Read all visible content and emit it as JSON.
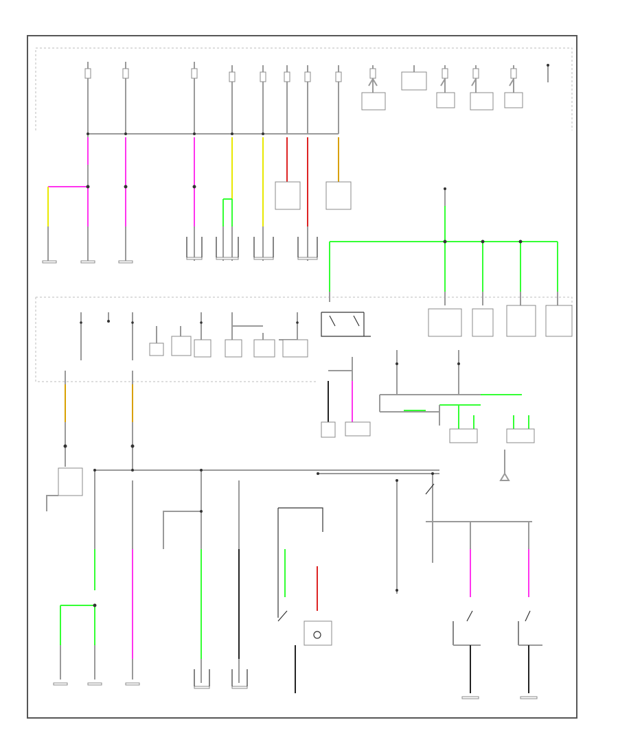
{
  "diagram": {
    "title": "",
    "page_id": "",
    "wire_colors": {
      "main": "#999999",
      "ground": "#222222",
      "magenta": "#ff33ee",
      "green": "#33ff33",
      "yellow": "#e8e800",
      "red": "#dd2222",
      "orange": "#d8a000",
      "frame": "#555555"
    },
    "sections": [
      "power-distribution-top",
      "junction-middle",
      "circuits-bottom"
    ],
    "component_count": 58
  }
}
